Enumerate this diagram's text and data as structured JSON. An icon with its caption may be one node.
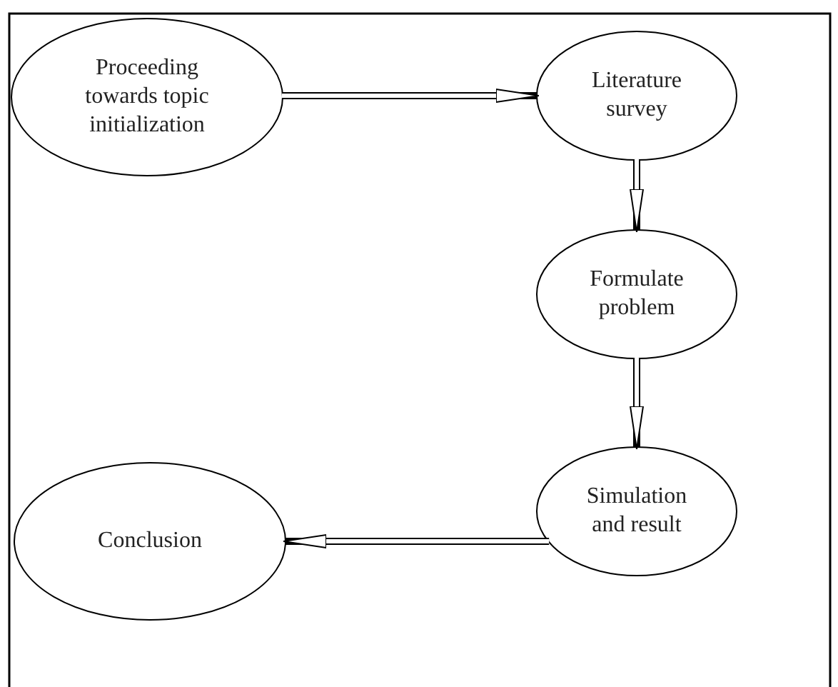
{
  "diagram": {
    "nodes": [
      {
        "text": [
          "Proceeding towards topic initialization"
        ]
      },
      {
        "text": [
          "Literature survey"
        ]
      },
      {
        "text": [
          "Formulate problem"
        ]
      },
      {
        "text": [
          "Simulation and result"
        ]
      },
      {
        "text": [
          "Conclusion"
        ]
      }
    ],
    "edges": [
      {
        "from": 0,
        "to": 1,
        "arrow": "to"
      },
      {
        "from": 1,
        "to": 2,
        "arrow": "to"
      },
      {
        "from": 2,
        "to": 3,
        "arrow": "to"
      },
      {
        "from": 3,
        "to": 4,
        "arrow": "to"
      }
    ]
  }
}
